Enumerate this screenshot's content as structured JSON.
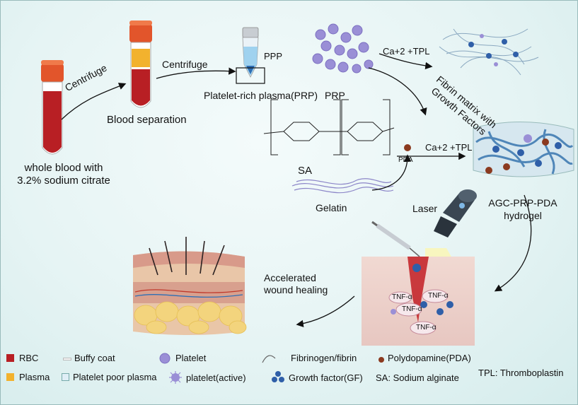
{
  "steps": {
    "whole_blood": "whole blood with\n3.2% sodium citrate",
    "centrifuge_1": "Centrifuge",
    "blood_separation": "Blood separation",
    "centrifuge_2": "Centrifuge",
    "ppp": "PPP",
    "prp_tube": "Platelet-rich plasma(PRP)",
    "prp": "PRP",
    "reaction_1": "Ca+2 +TPL",
    "fibrin_matrix": "Fibrin matrix with\nGrowth Factors",
    "sa": "SA",
    "pda": "PDA",
    "reaction_2": "Ca+2 +TPL",
    "gelatin": "Gelatin",
    "laser": "Laser",
    "hydrogel": "AGC-PRP-PDA\nhydrogel",
    "accelerated": "Accelerated\nwound healing"
  },
  "tnf_labels": [
    "TNF-α",
    "TNF-α",
    "TNF-α",
    "TNF-α"
  ],
  "legend": [
    {
      "label": "RBC",
      "color": "#b81f24",
      "icon": "red-square-icon"
    },
    {
      "label": "Buffy coat",
      "icon": "buffy-coat-line-icon"
    },
    {
      "label": "Platelet",
      "icon": "platelet-icon"
    },
    {
      "label": "Fibrinogen/fibrin",
      "icon": "fibrin-strand-icon"
    },
    {
      "label": "Polydopamine(PDA)",
      "color": "#8b3a1f",
      "icon": "brown-dot-icon"
    },
    {
      "label": "Plasma",
      "color": "#f2b22e",
      "icon": "yellow-square-icon"
    },
    {
      "label": "Platelet poor plasma",
      "icon": "outlined-square-icon"
    },
    {
      "label": "platelet(active)",
      "icon": "active-platelet-icon"
    },
    {
      "label": "Growth factor(GF)",
      "icon": "growth-factor-icon"
    },
    {
      "label": "SA: Sodium alginate"
    },
    {
      "label": "TPL: Thromboplastin"
    }
  ],
  "colors": {
    "rbc": "#b81f24",
    "plasma": "#f2b22e",
    "platelet": "#9a8fd6",
    "pda": "#8b3a1f",
    "gf": "#2f5fa8",
    "cap": "#e2552b"
  }
}
